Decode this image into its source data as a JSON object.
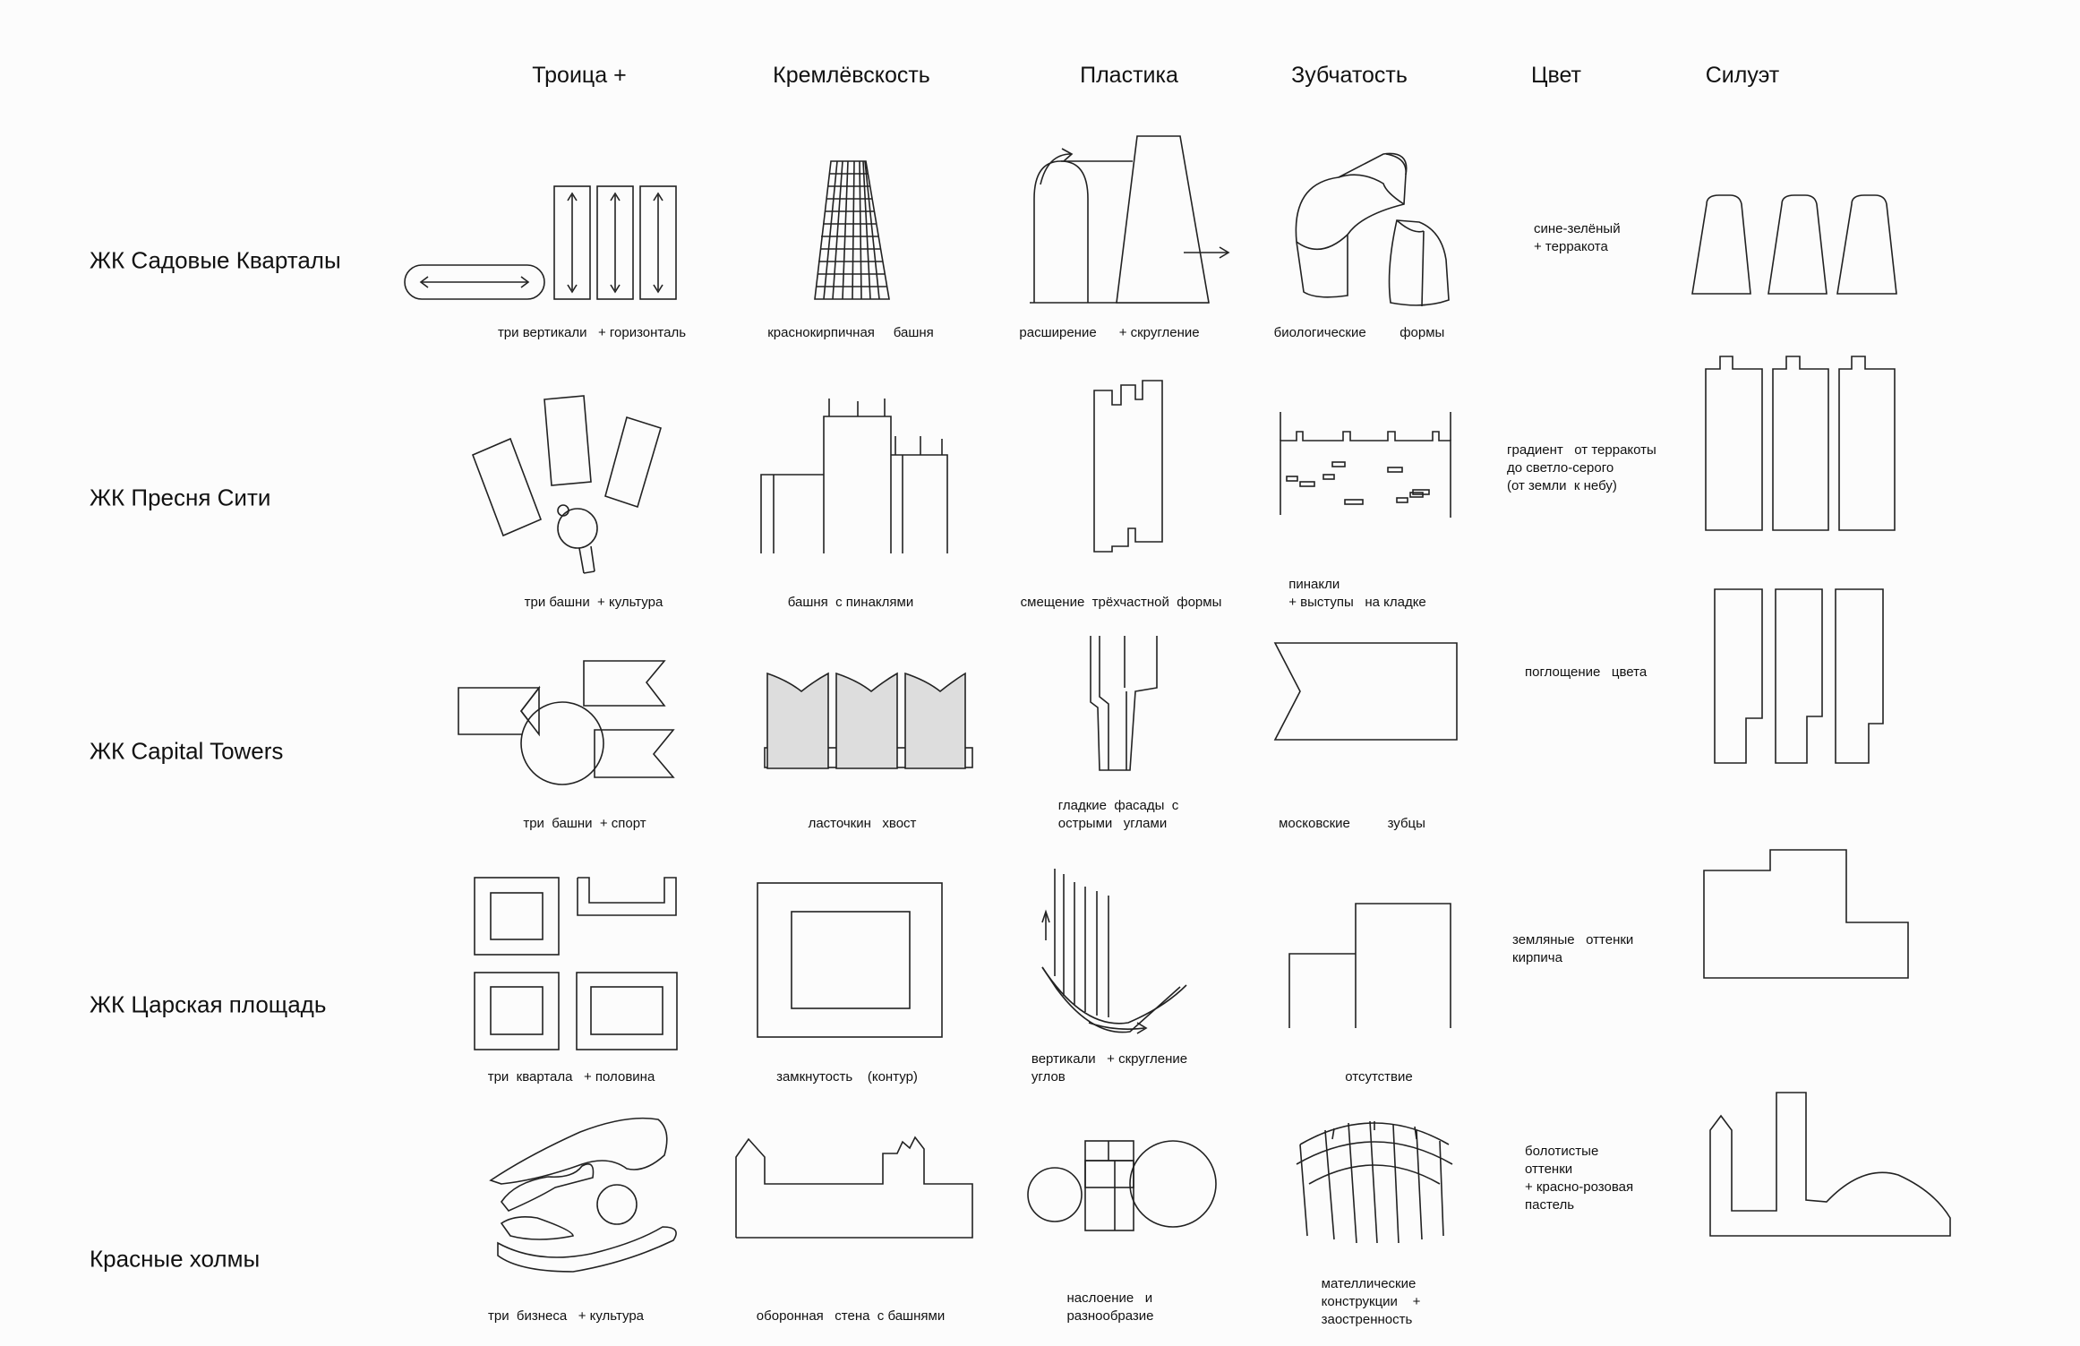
{
  "columns": [
    "Троица +",
    "Кремлёвскость",
    "Пластика",
    "Зубчатость",
    "Цвет",
    "Силуэт"
  ],
  "rows": [
    {
      "label": "ЖК Садовые Кварталы",
      "captions": [
        "три вертикали   + горизонталь",
        "краснокирпичная     башня",
        "расширение      + скругление",
        "биологические         формы"
      ],
      "color_note": "сине-зелёный\n+ терракота"
    },
    {
      "label": "ЖК Пресня Сити",
      "captions": [
        "три башни  + культура",
        "башня  с пинаклями",
        "смещение  трёхчастной  формы",
        "пинакли\n+ выступы   на кладке"
      ],
      "color_note": "градиент   от терракоты\nдо светло-серого\n(от земли  к небу)"
    },
    {
      "label": "ЖК Capital Towers",
      "captions": [
        "три  башни  + спорт",
        "ласточкин   хвост",
        "гладкие  фасады  с\nострыми   углами",
        "московские          зубцы"
      ],
      "color_note": "поглощение   цвета"
    },
    {
      "label": "ЖК Царская площадь",
      "captions": [
        "три  квартала   + половина",
        "замкнутость    (контур)",
        "вертикали   + скругление\nуглов",
        "отсутствие"
      ],
      "color_note": "земляные   оттенки\nкирпича"
    },
    {
      "label": "Красные холмы",
      "captions": [
        "три  бизнеса   + культура",
        "оборонная   стена  с башнями",
        "наслоение   и\nразнообразие",
        "мателлические\nконструкции    +\nзаостренность"
      ],
      "color_note": "болотистые\nоттенки\n+ красно-розовая\nпастель"
    }
  ]
}
